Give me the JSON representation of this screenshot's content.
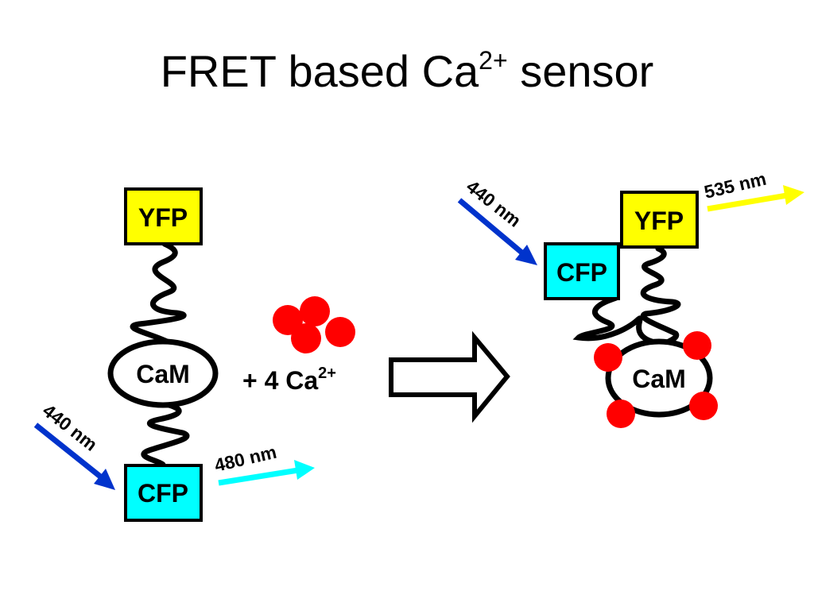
{
  "title": {
    "main": "FRET based Ca",
    "superscript": "2+",
    "suffix": " sensor"
  },
  "left_sensor": {
    "yfp_label": "YFP",
    "cam_label": "CaM",
    "cfp_label": "CFP",
    "excitation_label": "440 nm",
    "emission_label": "480 nm"
  },
  "transition": {
    "label_prefix": "+ 4 Ca",
    "label_superscript": "2+"
  },
  "right_sensor": {
    "yfp_label": "YFP",
    "cfp_label": "CFP",
    "cam_label": "CaM",
    "excitation_label": "440 nm",
    "emission_label": "535 nm"
  },
  "colors": {
    "yfp": "#ffff00",
    "cfp": "#00ffff",
    "calcium": "#ff0000",
    "excitation_arrow": "#0033cc",
    "emission_480": "#00ffff",
    "emission_535": "#ffff00"
  }
}
